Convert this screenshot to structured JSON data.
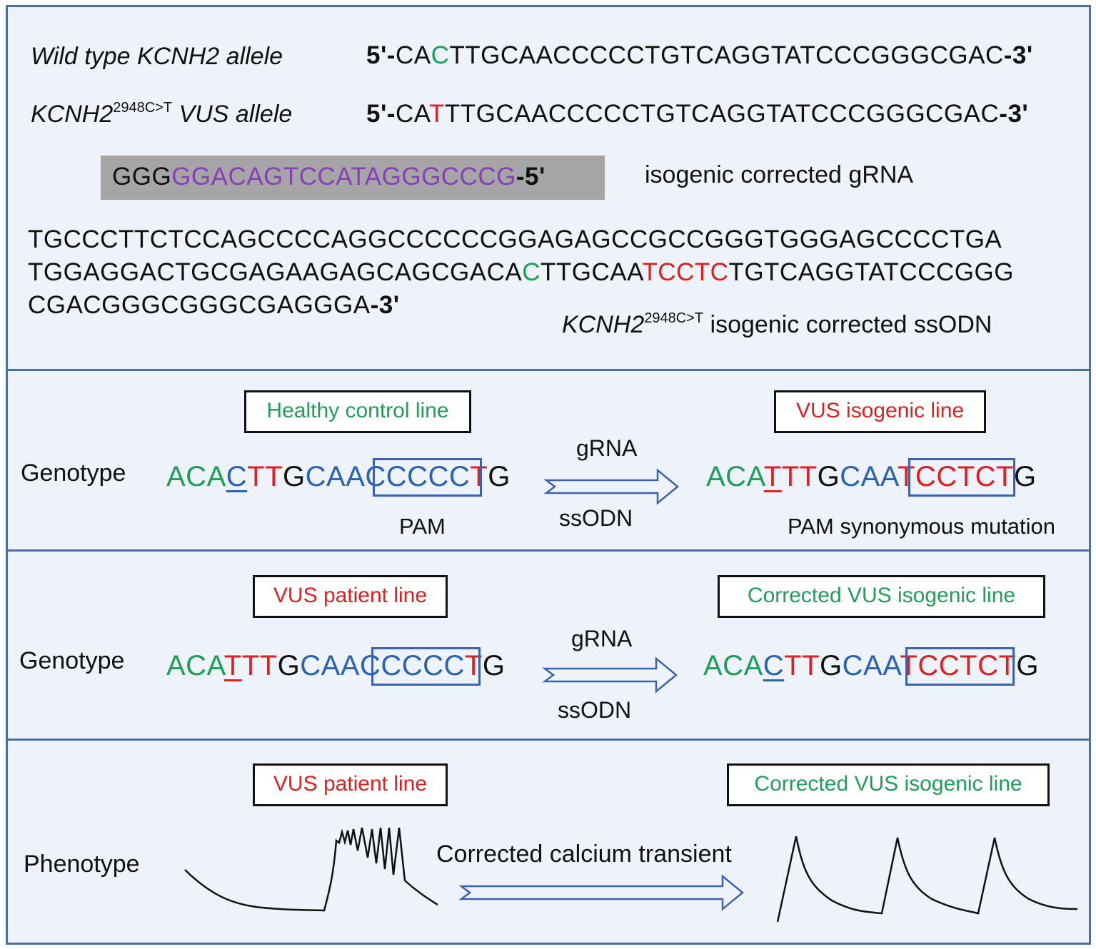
{
  "panel1": {
    "wt_label": "Wild type KCNH2 allele",
    "wt_seq": {
      "prefix": "5'-",
      "a": "CA",
      "mut": "C",
      "b": "TTGCAACCCCCTGTCAGGTATCCCGGGCGAC",
      "suffix": "-3'"
    },
    "vus_label_pre": "KCNH2",
    "vus_label_sup": "2948C>T",
    "vus_label_post": " VUS allele",
    "vus_seq": {
      "prefix": "5'-",
      "a": "CA",
      "mut": "T",
      "b": "TTGCAACCCCCTGTCAGGTATCCCGGGCGAC",
      "suffix": "-3'"
    },
    "grna": {
      "a": "GGG",
      "b": "GGACAGTCCATAGGGCCCG",
      "suffix": "-5'"
    },
    "grna_label": "isogenic corrected gRNA",
    "ssodn_line1": "TGCCCTTCTCCAGCCCCAGGCCCCCCGGAGAGCCGCCGGGTGGGAGCCCCTGA",
    "ssodn_line2": {
      "a": "TGGAGGACTGCGAGAAGAGCAGCGACA",
      "c": "C",
      "b": "TTGCAA",
      "red": "TCCTC",
      "d": "TGTCAGGTATCCCGGG"
    },
    "ssodn_line3": {
      "a": "CGACGGGCGGGCGAGGGA",
      "suffix": "-3'"
    },
    "ssodn_label_pre": "KCNH2",
    "ssodn_label_sup": "2948C>T",
    "ssodn_label_post": " isogenic corrected ssODN"
  },
  "panel2": {
    "left_box": "Healthy control line",
    "right_box": "VUS isogenic line",
    "row_label": "Genotype",
    "arrow_top": "gRNA",
    "arrow_bottom": "ssODN",
    "left_seq": {
      "g1": "ACA",
      "u": "C",
      "r1": "TT",
      "k1": "G",
      "b1": "CAA",
      "box": "CCCCC",
      "r2": "T",
      "k2": "G"
    },
    "right_seq": {
      "g1": "ACA",
      "u": "T",
      "r1": "TT",
      "k1": "G",
      "b1": "CAA",
      "box": "TCCTC",
      "r2": "T",
      "k2": "G"
    },
    "left_note": "PAM",
    "right_note": "PAM synonymous mutation"
  },
  "panel3": {
    "left_box": "VUS patient line",
    "right_box": "Corrected VUS isogenic line",
    "row_label": "Genotype",
    "arrow_top": "gRNA",
    "arrow_bottom": "ssODN",
    "left_seq": {
      "g1": "ACA",
      "u": "T",
      "r1": "TT",
      "k1": "G",
      "b1": "CAA",
      "box": "CCCCC",
      "r2": "T",
      "k2": "G"
    },
    "right_seq": {
      "g1": "ACA",
      "u": "C",
      "r1": "TT",
      "k1": "G",
      "b1": "CAA",
      "box": "TCCTC",
      "r2": "T",
      "k2": "G"
    }
  },
  "panel4": {
    "left_box": "VUS patient line",
    "right_box": "Corrected VUS isogenic line",
    "row_label": "Phenotype",
    "arrow_label": "Corrected calcium transient"
  },
  "colors": {
    "border": "#4a6fa5",
    "panel_bg": "#eef3fa",
    "green": "#1f9e5a",
    "red": "#e02020",
    "blue": "#2a63b5",
    "purple": "#8a3fb5",
    "grna_bg": "#a5a5a7"
  }
}
